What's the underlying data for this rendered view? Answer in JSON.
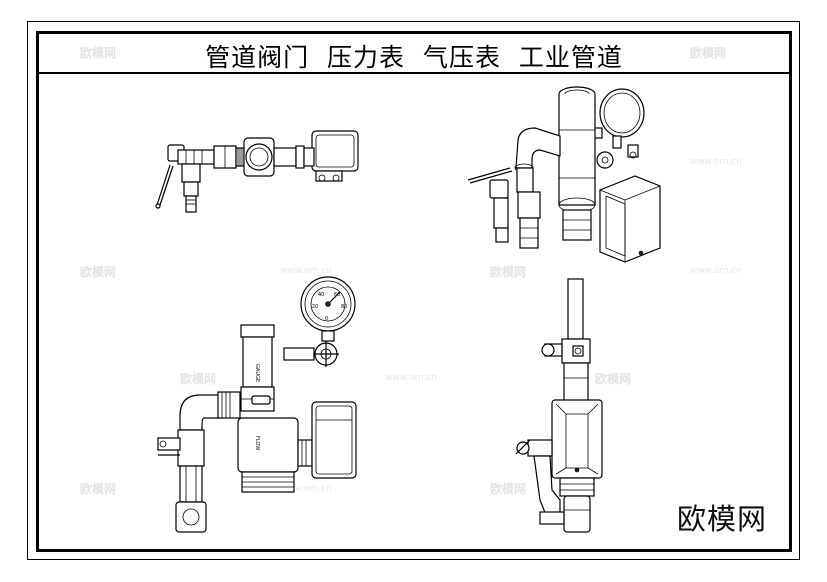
{
  "title": "管道阀门  压力表  气压表  工业管道",
  "brand": "欧模网",
  "watermark_text": "欧模网",
  "watermark_url": "www.om.cn",
  "labels": {
    "gauge": "GAUGE",
    "flow": "FLOW"
  }
}
